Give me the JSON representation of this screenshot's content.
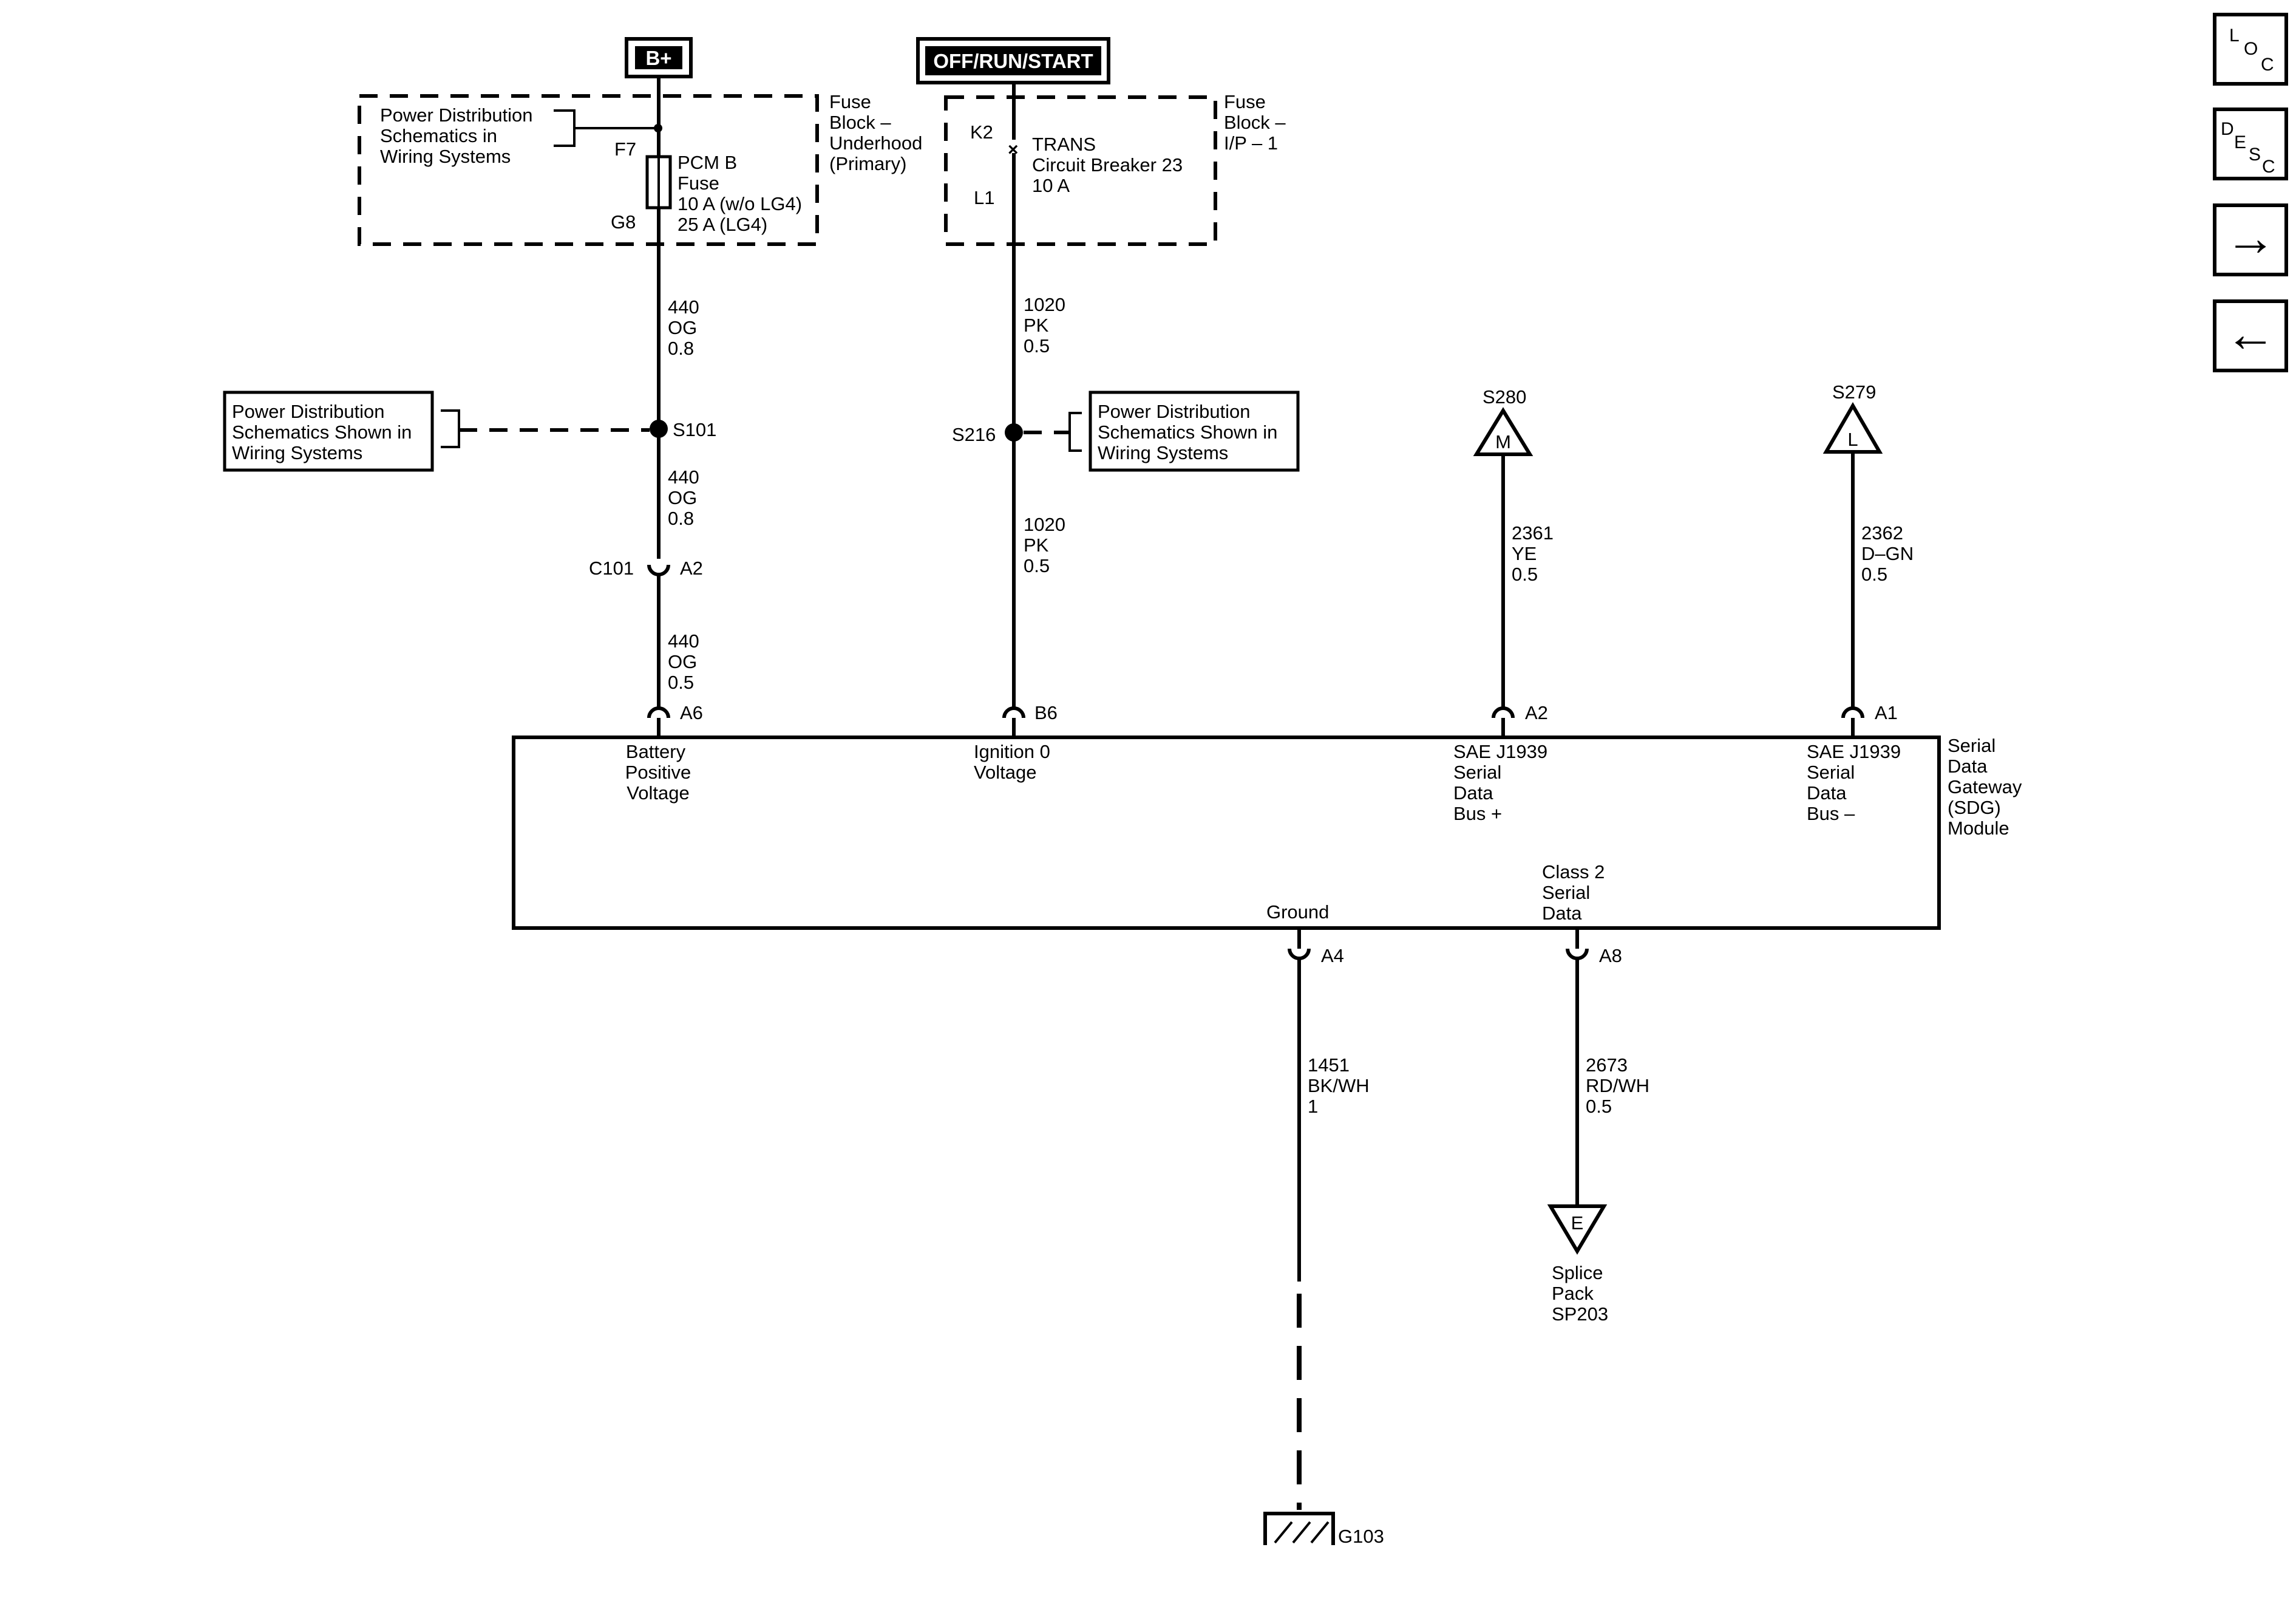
{
  "sources": {
    "b_plus": "B+",
    "ignition": "OFF/RUN/START"
  },
  "fuse_block_underhood": {
    "label_lines": [
      "Fuse",
      "Block –",
      "Underhood",
      "(Primary)"
    ],
    "ref_lines": [
      "Power Distribution",
      "Schematics in",
      "Wiring  Systems"
    ],
    "pin_in": "F7",
    "pin_out": "G8",
    "fuse_lines": [
      "PCM B",
      "Fuse",
      "10 A (w/o LG4)",
      "25 A (LG4)"
    ]
  },
  "fuse_block_ip": {
    "label_lines": [
      "Fuse",
      "Block –",
      "I/P – 1"
    ],
    "pin_in": "K2",
    "pin_out": "L1",
    "breaker_lines": [
      "TRANS",
      "Circuit Breaker 23",
      "10 A"
    ]
  },
  "wires": {
    "w440_a": [
      "440",
      "OG",
      "0.8"
    ],
    "w440_b": [
      "440",
      "OG",
      "0.8"
    ],
    "w440_c": [
      "440",
      "OG",
      "0.5"
    ],
    "w1020_a": [
      "1020",
      "PK",
      "0.5"
    ],
    "w1020_b": [
      "1020",
      "PK",
      "0.5"
    ],
    "w2361": [
      "2361",
      "YE",
      "0.5"
    ],
    "w2362": [
      "2362",
      "D–GN",
      "0.5"
    ],
    "w1451": [
      "1451",
      "BK/WH",
      "1"
    ],
    "w2673": [
      "2673",
      "RD/WH",
      "0.5"
    ]
  },
  "splices": {
    "s101": "S101",
    "s216": "S216"
  },
  "power_ref_left": [
    "Power Distribution",
    "Schematics Shown in",
    "Wiring Systems"
  ],
  "power_ref_right": [
    "Power Distribution",
    "Schematics Shown in",
    "Wiring Systems"
  ],
  "connector_c101": {
    "name": "C101",
    "pin": "A2"
  },
  "module": {
    "name_lines": [
      "Serial",
      "Data",
      "Gateway",
      "(SDG)",
      "Module"
    ],
    "pins": {
      "a6": "A6",
      "b6": "B6",
      "a2": "A2",
      "a1": "A1",
      "a4": "A4",
      "a8": "A8"
    },
    "battery_lines": [
      "Battery",
      "Positive",
      "Voltage"
    ],
    "ignition_lines": [
      "Ignition 0",
      "Voltage"
    ],
    "j1939_plus_lines": [
      "SAE J1939",
      "Serial",
      "Data",
      "Bus +"
    ],
    "j1939_minus_lines": [
      "SAE J1939",
      "Serial",
      "Data",
      "Bus –"
    ],
    "ground_label": "Ground",
    "class2_lines": [
      "Class 2",
      "Serial",
      "Data"
    ]
  },
  "offpage": {
    "s280_name": "S280",
    "s280_letter": "M",
    "s279_name": "S279",
    "s279_letter": "L",
    "sp_letter": "E",
    "sp_lines": [
      "Splice",
      "Pack",
      "SP203"
    ]
  },
  "ground": {
    "name": "G103"
  },
  "nav": {
    "loc": [
      "L",
      "O",
      "C"
    ],
    "desc": [
      "D",
      "E",
      "S",
      "C"
    ],
    "next_glyph": "→",
    "prev_glyph": "←"
  }
}
